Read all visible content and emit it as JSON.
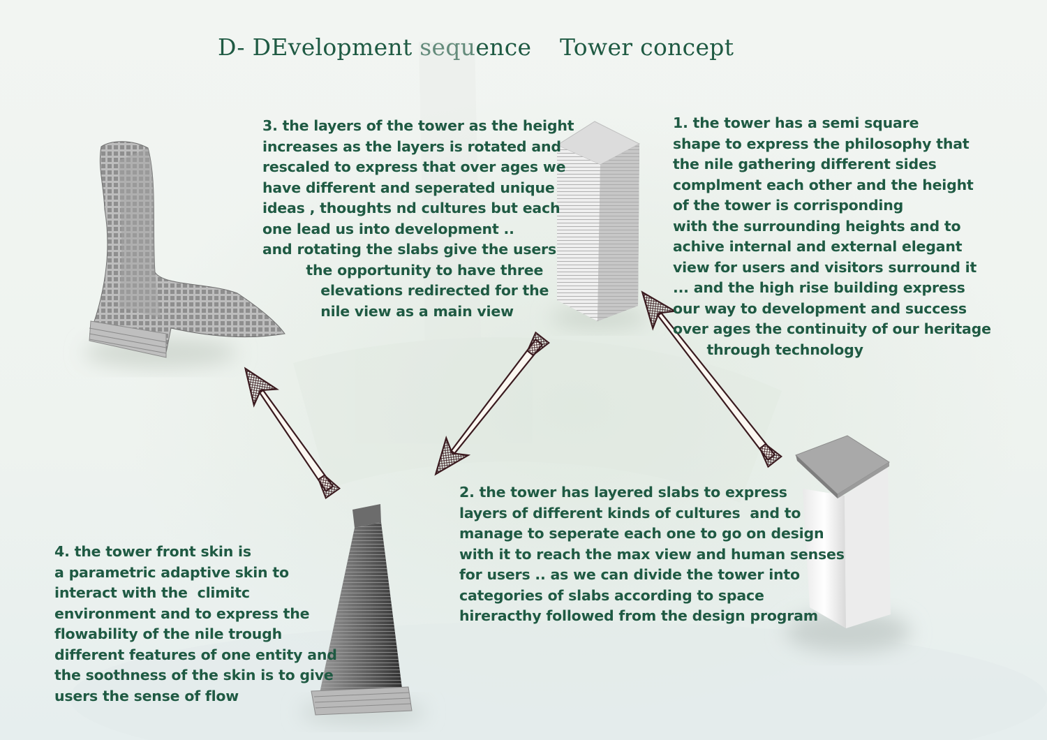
{
  "header": {
    "title_left": "D- DEvelopment sequence",
    "title_right": "Tower concept"
  },
  "steps": [
    {
      "id": "1",
      "text": "1. the tower has a semi square\nshape to express the philosophy that\nthe nile gathering different sides\ncomplment each other and the height\nof the tower is corrisponding\nwith the surrounding heights and to\nachive internal and external elegant\nview for users and visitors surround it\n... and the high rise building express\nour way to development and success\nover ages the continuity of our heritage\n       through technology"
    },
    {
      "id": "2",
      "text": "2. the tower has layered slabs to express\nlayers of different kinds of cultures  and to\nmanage to seperate each one to go on design\nwith it to reach the max view and human senses\nfor users .. as we can divide the tower into\ncategories of slabs according to space\nhireracthy followed from the design program"
    },
    {
      "id": "3",
      "text": "3. the layers of the tower as the height\nincreases as the layers is rotated and\nrescaled to express that over ages we\nhave different and seperated unique\nideas , thoughts nd cultures but each\none lead us into development ..\nand rotating the slabs give the users\n         the opportunity to have three\n            elevations redirected for the\n            nile view as a main view"
    },
    {
      "id": "4",
      "text": "4. the tower front skin is\na parametric adaptive skin to\ninteract with the  climitc\nenvironment and to express the\nflowability of the nile trough\ndifferent features of one entity and\nthe soothness of the skin is to give\nusers the sense of flow"
    }
  ],
  "colors": {
    "text": "#1f5a43",
    "arrow": "#3a1a1f",
    "background": "#f3f6f3"
  }
}
